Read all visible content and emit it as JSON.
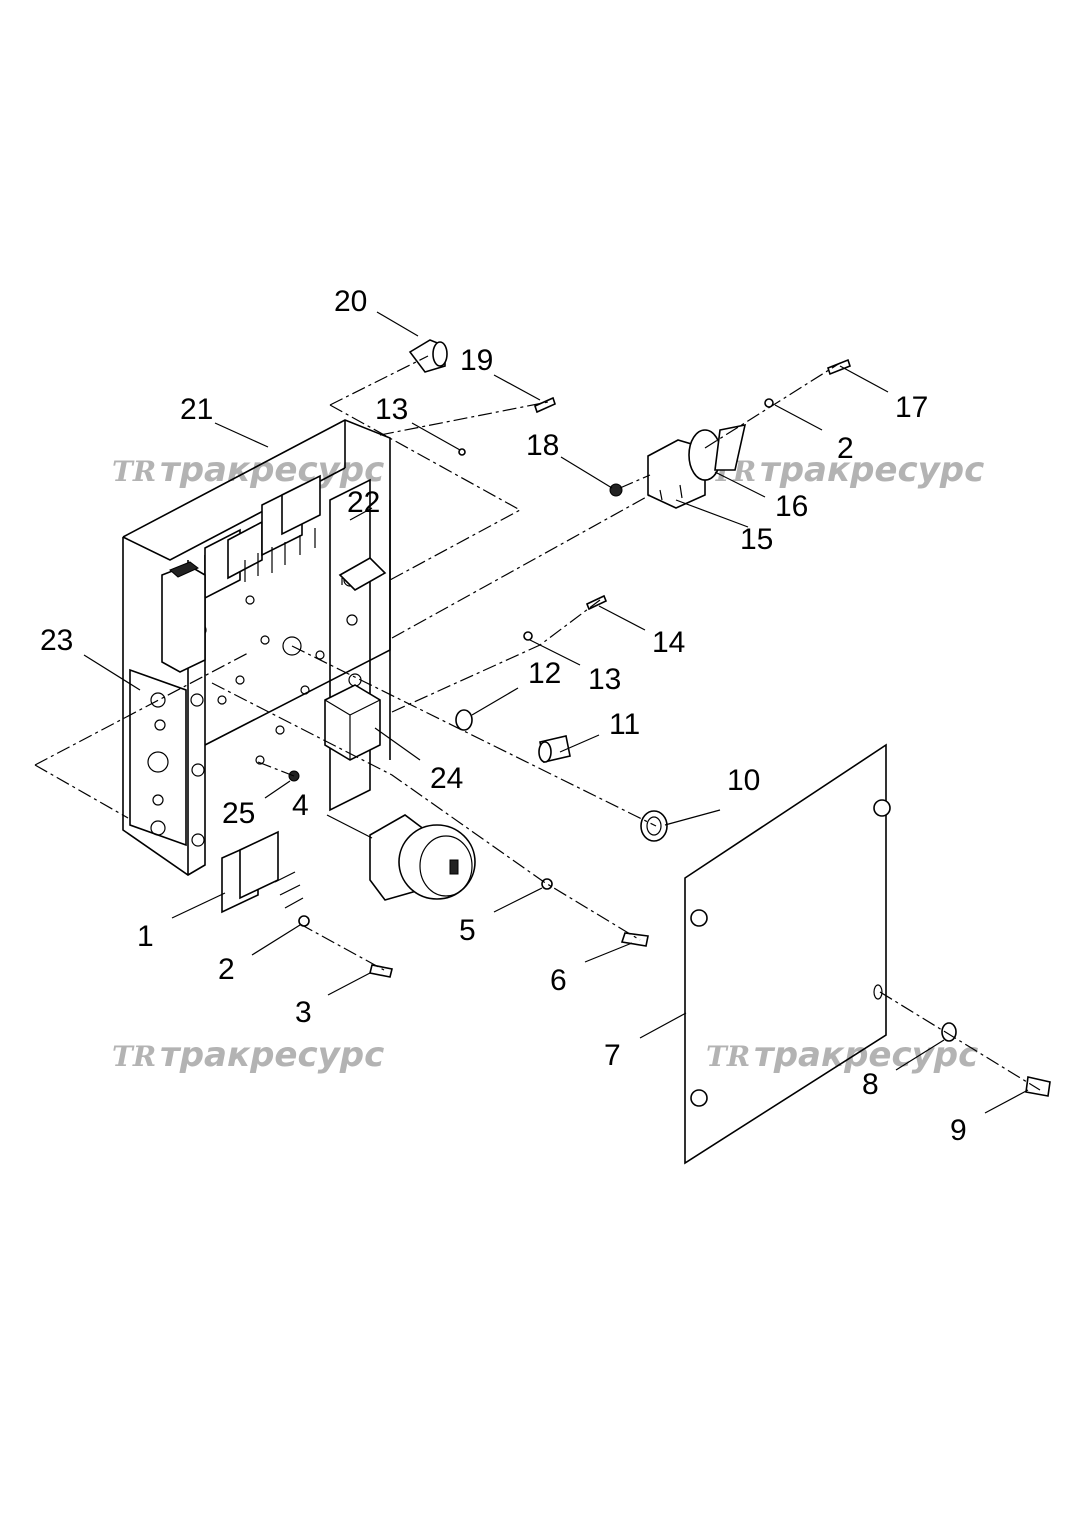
{
  "watermark": {
    "logo": "TR",
    "text": "тракресурс"
  },
  "callouts": {
    "c1": "1",
    "c2a": "2",
    "c2b": "2",
    "c3": "3",
    "c4": "4",
    "c5": "5",
    "c6": "6",
    "c7": "7",
    "c8": "8",
    "c9": "9",
    "c10": "10",
    "c11": "11",
    "c12": "12",
    "c13a": "13",
    "c13b": "13",
    "c14": "14",
    "c15": "15",
    "c16": "16",
    "c17": "17",
    "c18": "18",
    "c19": "19",
    "c20": "20",
    "c21": "21",
    "c22": "22",
    "c23": "23",
    "c24": "24",
    "c25": "25"
  }
}
